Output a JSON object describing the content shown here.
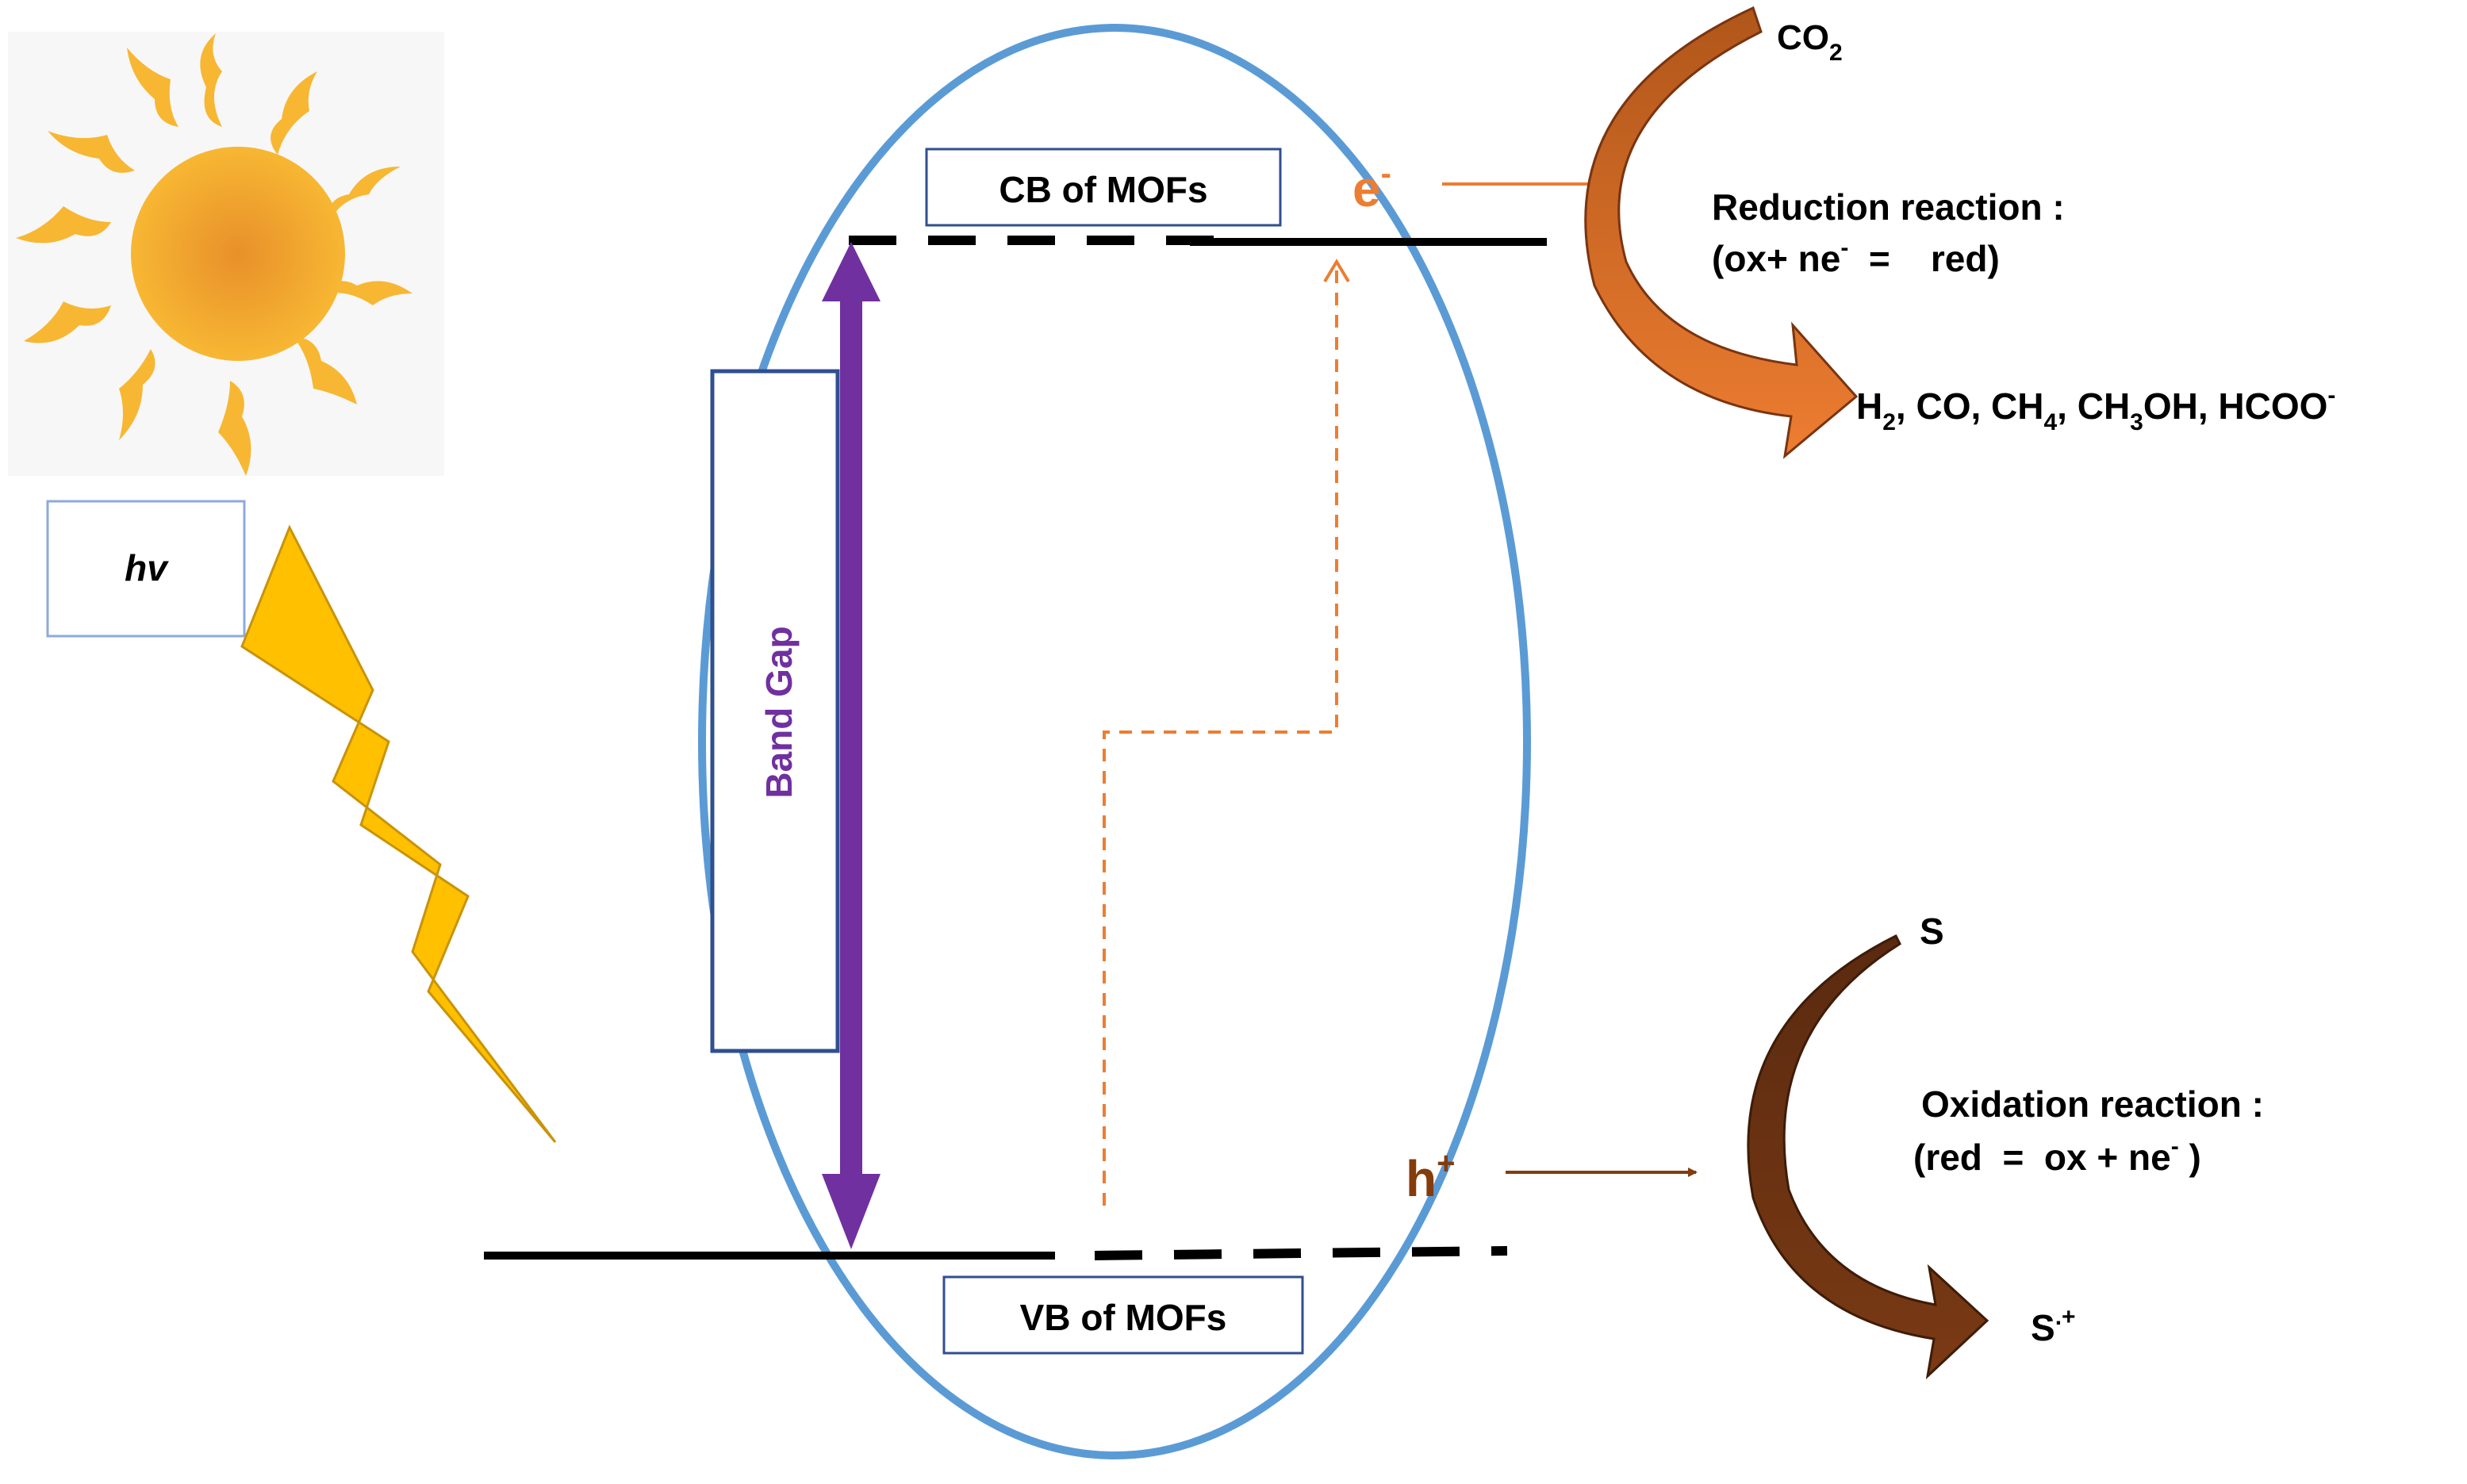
{
  "light": {
    "label": "hv",
    "sun_icon": "sun-icon",
    "bolt_icon": "lightning-bolt-icon"
  },
  "bands": {
    "cb_label": "CB of MOFs",
    "vb_label": "VB of MOFs",
    "band_gap_label": "Band Gap"
  },
  "carriers": {
    "electron": {
      "base": "e",
      "sup": "-"
    },
    "hole": {
      "base": "h",
      "sup": "+"
    }
  },
  "reduction": {
    "reactant": {
      "base": "CO",
      "sub": "2"
    },
    "title": "Reduction reaction :",
    "equation": {
      "part1": "(ox+ ne",
      "sup": "-",
      "part2": "  =    red)"
    },
    "products": [
      {
        "text": "H",
        "sub": "2"
      },
      {
        "text": ", CO, CH",
        "sub": "4"
      },
      {
        "text": ", CH",
        "sub": "3"
      },
      {
        "text": "OH, HCOO",
        "sup": "-"
      }
    ]
  },
  "oxidation": {
    "reactant": "S",
    "product": {
      "base": "S",
      "sup": ".+"
    },
    "title": "Oxidation reaction :",
    "equation": {
      "part1": "(red  =  ox + ne",
      "sup": "-",
      "part2": " )"
    }
  },
  "colors": {
    "ellipse": "#5b9bd5",
    "band_gap_arrow": "#7030a0",
    "electron": "#ed7d31",
    "hole": "#843c0c",
    "bolt": "#ffc000",
    "sun_core": "#f5a623",
    "sun_rays": "#f7b733",
    "box_border": "#2f4f8f"
  }
}
